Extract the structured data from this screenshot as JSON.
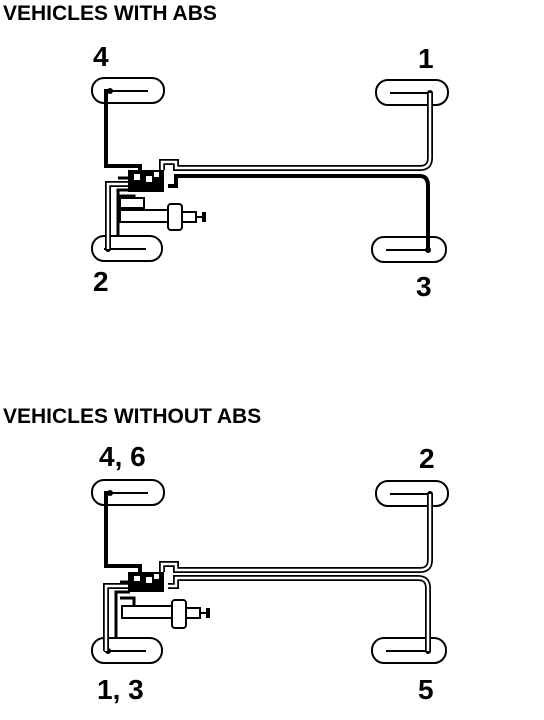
{
  "diagrams": [
    {
      "title": "VEHICLES WITH ABS",
      "wheel_labels": {
        "front_left": "4",
        "front_right": "1",
        "rear_left": "2",
        "rear_right": "3"
      }
    },
    {
      "title": "VEHICLES WITHOUT ABS",
      "wheel_labels": {
        "front_left": "4, 6",
        "front_right": "2",
        "rear_left": "1, 3",
        "rear_right": "5"
      }
    }
  ]
}
